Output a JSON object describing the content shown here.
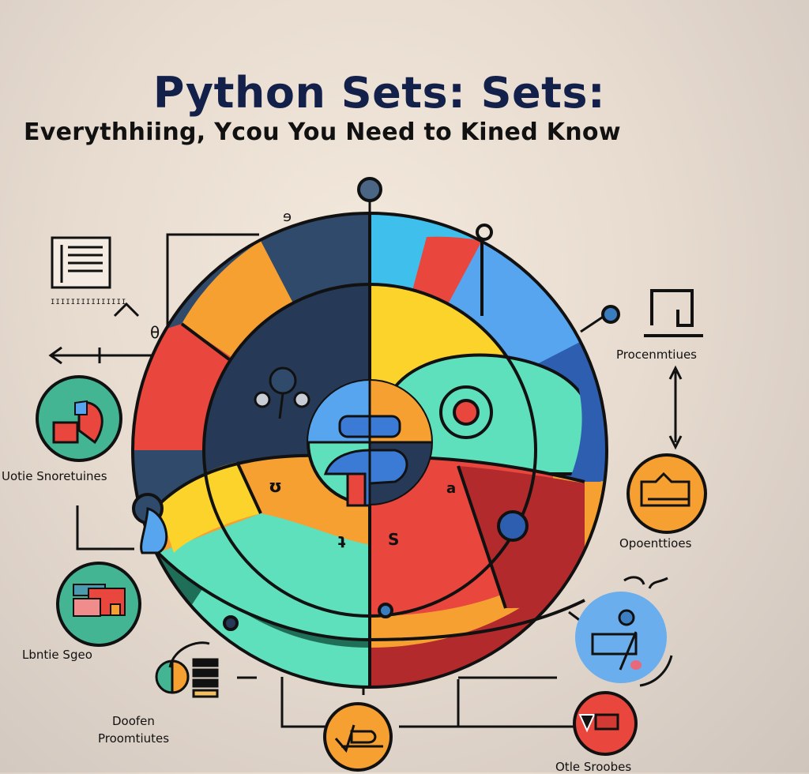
{
  "header": {
    "title": "Python Sets: Sets:",
    "subtitle": "Everythhiing, Ycou You Need to Kined Know"
  },
  "labels": {
    "left_upper": "Uotie Snoretuines",
    "left_lower": "Lbntie Sgeo",
    "bottom_left_line1": "Doofen",
    "bottom_left_line2": "Proomtiutes",
    "right_upper": "Procenmtiues",
    "right_middle": "Opoenttioes",
    "bottom_right": "Otle Sroobes",
    "document_caption": "IIIIIIIIIIIIIII"
  },
  "inner_glyphs": {
    "orange_left": "ʊ",
    "green_bottom": "ʇ",
    "red_bottom": "S",
    "orange_right": "a"
  },
  "icons": [
    "document-icon",
    "pie-chart-icon",
    "stacked-blocks-icon",
    "half-circle-icon",
    "stacked-bars-icon",
    "frame-icon",
    "stack-tray-icon",
    "diagram-tool-icon",
    "check-list-icon",
    "toggle-icon",
    "python-logo-icon",
    "target-icon",
    "node-dots-icon"
  ],
  "colors": {
    "navy": "#2f4a6b",
    "dark_navy": "#263a58",
    "orange": "#f5a031",
    "red": "#e9463e",
    "dark_red": "#b32a2d",
    "yellow": "#fbd32a",
    "teal": "#5ee0bd",
    "dark_green": "#1f6f58",
    "sky": "#3fc0ec",
    "blue": "#57a5ef",
    "royal_blue": "#2e5eb0",
    "title_navy": "#12204a",
    "background": "#ecdfd3"
  }
}
